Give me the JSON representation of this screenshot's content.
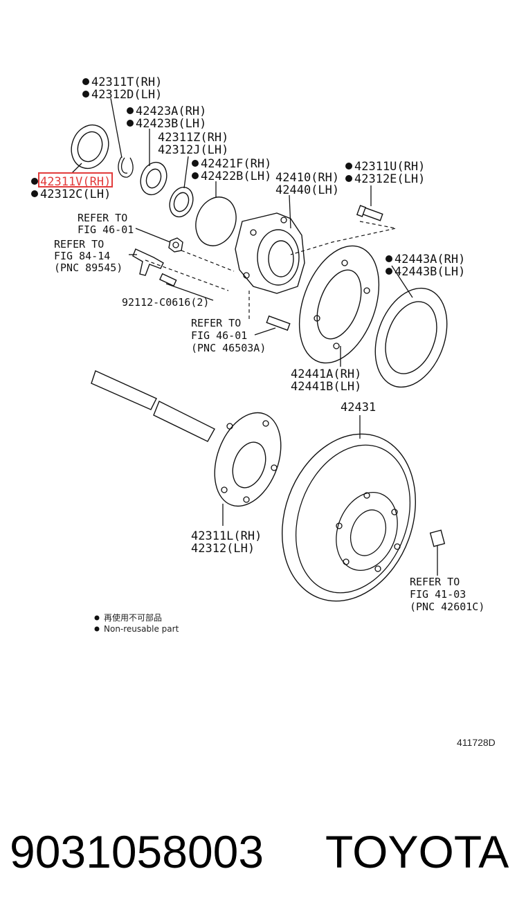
{
  "labels": {
    "seal_rh": "42311T(RH)",
    "seal_lh": "42312D(LH)",
    "bearing_rh": "42423A(RH)",
    "bearing_lh": "42423B(LH)",
    "retainer_rh": "42311Z(RH)",
    "retainer_lh": "42312J(LH)",
    "oring_rh": "42421F(RH)",
    "oring_lh": "42422B(LH)",
    "housing_rh": "42410(RH)",
    "housing_lh": "42440(LH)",
    "bolt_rh": "42311U(RH)",
    "bolt_lh": "42312E(LH)",
    "outer_seal_rh": "42311V(RH)",
    "outer_seal_lh": "42312C(LH)",
    "gasket_rh": "42443A(RH)",
    "gasket_lh": "42443B(LH)",
    "backing_rh": "42441A(RH)",
    "backing_lh": "42441B(LH)",
    "rotor": "42431",
    "shaft_rh": "42311L(RH)",
    "shaft_lh": "42312(LH)",
    "stud": "92112-C0616(2)",
    "ref1_a": "REFER TO",
    "ref1_b": "FIG 46-01",
    "ref2_a": "REFER TO",
    "ref2_b": "FIG 84-14",
    "ref2_c": "(PNC 89545)",
    "ref3_a": "REFER TO",
    "ref3_b": "FIG 46-01",
    "ref3_c": "(PNC 46503A)",
    "ref4_a": "REFER TO",
    "ref4_b": "FIG 41-03",
    "ref4_c": "(PNC 42601C)"
  },
  "legend": {
    "line1": "再使用不可部品",
    "line2": "Non-reusable part"
  },
  "diagram_code": "411728D",
  "footer": {
    "part_number": "9031058003",
    "brand": "TOYOTA"
  },
  "colors": {
    "highlight": "#e23b3b"
  }
}
